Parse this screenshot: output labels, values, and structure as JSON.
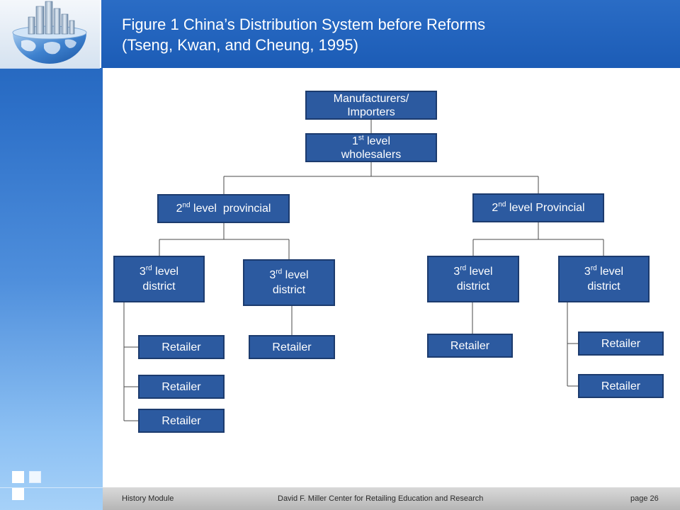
{
  "header": {
    "title_line1": "Figure 1 China’s Distribution System before Reforms",
    "title_line2": "(Tseng, Kwan, and Cheung, 1995)"
  },
  "diagram": {
    "manufacturers": {
      "line1": "Manufacturers/",
      "line2": "Importers"
    },
    "wholesalers": {
      "ordinal": "1",
      "suffix": "st",
      "text": " level",
      "line2": "wholesalers"
    },
    "provincial_left": {
      "ordinal": "2",
      "suffix": "nd",
      "text": " level  provincial"
    },
    "provincial_right": {
      "ordinal": "2",
      "suffix": "nd",
      "text": " level Provincial"
    },
    "districts": [
      {
        "ordinal": "3",
        "suffix": "rd",
        "text": " level",
        "line2": "district"
      },
      {
        "ordinal": "3",
        "suffix": "rd",
        "text": " level",
        "line2": "district"
      },
      {
        "ordinal": "3",
        "suffix": "rd",
        "text": " level",
        "line2": "district"
      },
      {
        "ordinal": "3",
        "suffix": "rd",
        "text": " level",
        "line2": "district"
      }
    ],
    "retailers": [
      "Retailer",
      "Retailer",
      "Retailer",
      "Retailer",
      "Retailer",
      "Retailer",
      "Retailer"
    ]
  },
  "footer": {
    "left": "History Module",
    "center": "David F. Miller Center for Retailing Education and Research",
    "right": "page 26"
  },
  "colors": {
    "header_top": "#2a6cc5",
    "header_bottom": "#1c5cb6",
    "box_fill": "#2c5aa0",
    "box_border": "#1c3b6e",
    "connector": "#4a4a4a",
    "footer_bg": "#c6c6c6"
  }
}
